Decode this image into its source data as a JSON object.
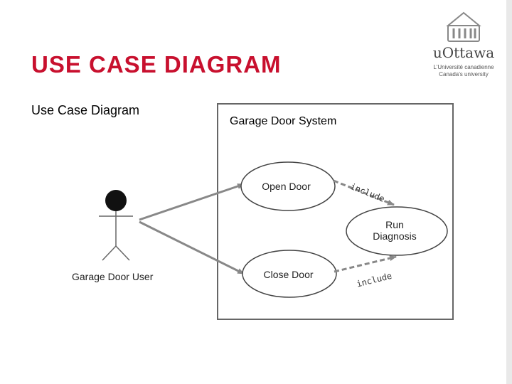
{
  "slide": {
    "title": "USE CASE DIAGRAM",
    "subtitle": "Use Case Diagram",
    "title_color": "#c8102e"
  },
  "logo": {
    "icon": "building-columns-icon",
    "name": "uOttawa",
    "line1": "L'Université canadienne",
    "line2": "Canada's university"
  },
  "diagram": {
    "system_name": "Garage Door System",
    "actor": {
      "name": "Garage Door User",
      "icon": "stick-figure-icon"
    },
    "use_cases": {
      "open_door": "Open Door",
      "close_door": "Close Door",
      "run_diagnosis_line1": "Run",
      "run_diagnosis_line2": "Diagnosis"
    },
    "relations": {
      "include_top": "include",
      "include_bottom": "include"
    },
    "arrow_color": "#888888"
  }
}
